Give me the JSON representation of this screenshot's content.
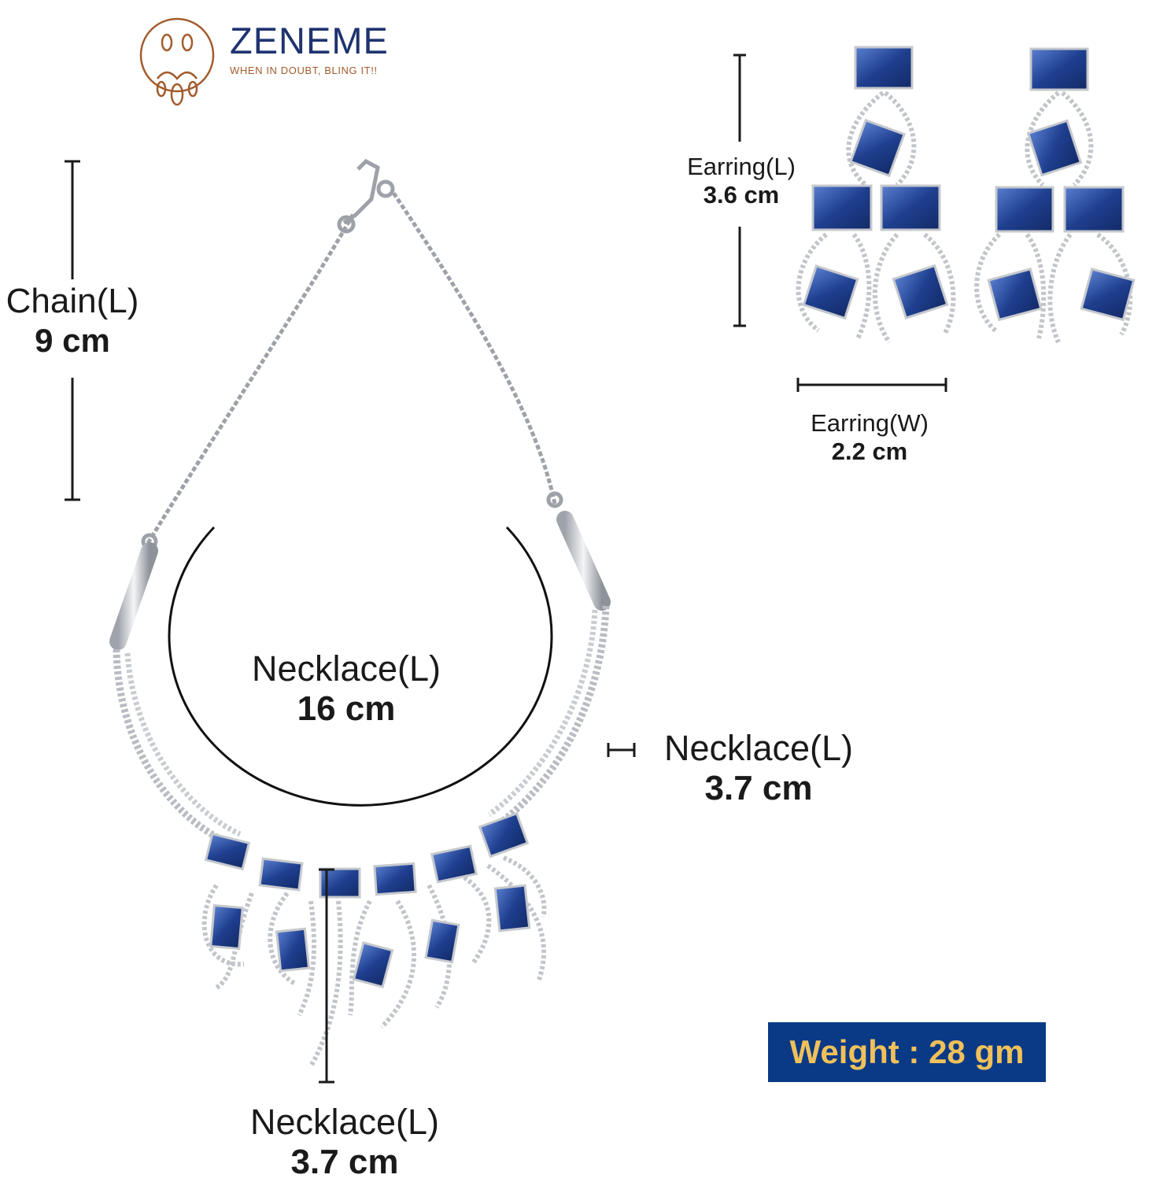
{
  "brand": {
    "name": "ZENEME",
    "tagline": "WHEN IN DOUBT, BLING IT!!",
    "name_color": "#1f3370",
    "accent_color": "#a25c2c"
  },
  "measurements": {
    "chain_length": {
      "label": "Chain(L)",
      "value": "9 cm"
    },
    "necklace_length_circle": {
      "label": "Necklace(L)",
      "value": "16 cm"
    },
    "necklace_band_width": {
      "label": "Necklace(L)",
      "value": "3.7 cm"
    },
    "necklace_drop_length": {
      "label": "Necklace(L)",
      "value": "3.7 cm"
    },
    "earring_length": {
      "label": "Earring(L)",
      "value": "3.6 cm"
    },
    "earring_width": {
      "label": "Earring(W)",
      "value": "2.2 cm"
    }
  },
  "weight": {
    "text": "Weight : 28 gm",
    "background_color": "#0a3a86",
    "text_color": "#f0c15a"
  },
  "colors": {
    "stone": "#1f3f8f",
    "metal": "#b9bcc2",
    "text": "#1a1a1a"
  }
}
